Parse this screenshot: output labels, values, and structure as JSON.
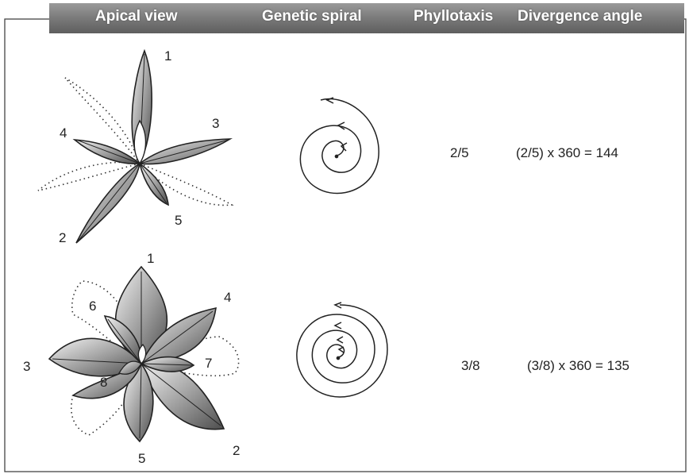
{
  "headers": {
    "apical_view": "Apical view",
    "genetic_spiral": "Genetic spiral",
    "phyllotaxis": "Phyllotaxis",
    "divergence_angle": "Divergence angle"
  },
  "rows": [
    {
      "leaf_numbers": [
        "1",
        "2",
        "3",
        "4",
        "5"
      ],
      "phyllotaxis": "2/5",
      "divergence": "(2/5) x 360 = 144"
    },
    {
      "leaf_numbers": [
        "1",
        "2",
        "3",
        "4",
        "5",
        "6",
        "7",
        "8"
      ],
      "phyllotaxis": "3/8",
      "divergence": "(3/8) x 360 = 135"
    }
  ]
}
